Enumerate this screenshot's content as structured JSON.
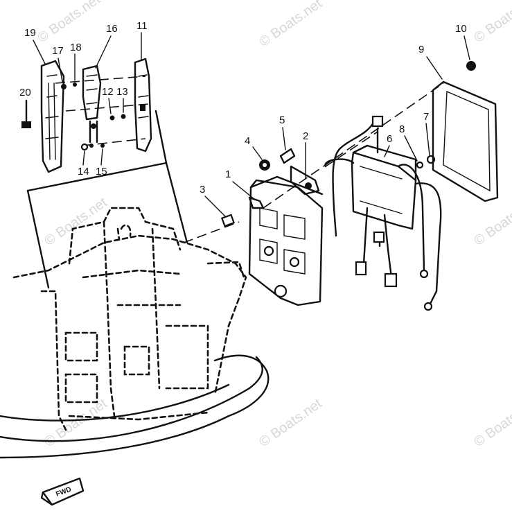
{
  "callouts": [
    {
      "id": "c1",
      "label": "1"
    },
    {
      "id": "c2",
      "label": "2"
    },
    {
      "id": "c3",
      "label": "3"
    },
    {
      "id": "c4",
      "label": "4"
    },
    {
      "id": "c5",
      "label": "5"
    },
    {
      "id": "c6",
      "label": "6"
    },
    {
      "id": "c7",
      "label": "7"
    },
    {
      "id": "c8",
      "label": "8"
    },
    {
      "id": "c9",
      "label": "9"
    },
    {
      "id": "c10",
      "label": "10"
    },
    {
      "id": "c11",
      "label": "11"
    },
    {
      "id": "c12",
      "label": "12"
    },
    {
      "id": "c13",
      "label": "13"
    },
    {
      "id": "c14",
      "label": "14"
    },
    {
      "id": "c15",
      "label": "15"
    },
    {
      "id": "c16",
      "label": "16"
    },
    {
      "id": "c17",
      "label": "17"
    },
    {
      "id": "c18",
      "label": "18"
    },
    {
      "id": "c19",
      "label": "19"
    },
    {
      "id": "c20",
      "label": "20"
    }
  ],
  "direction_label": "FWD",
  "watermark": "© Boats.net",
  "colors": {
    "ink": "#111111",
    "watermark": "#b7b7b7"
  }
}
